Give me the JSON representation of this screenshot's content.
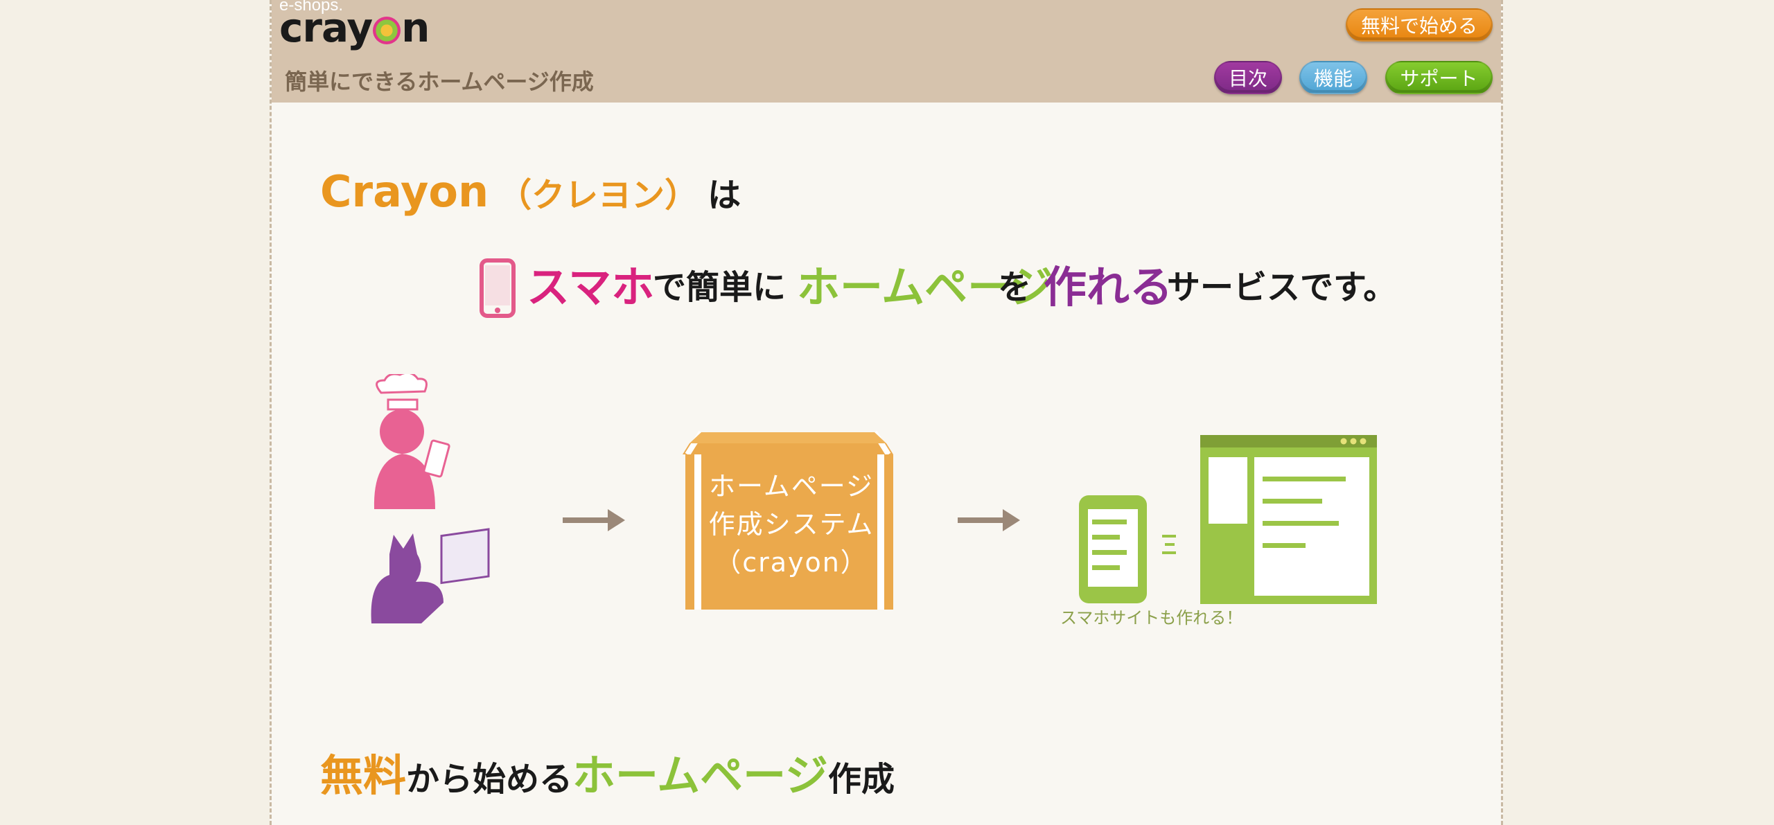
{
  "header": {
    "logo_small": "e-shops.",
    "logo_pre": "cray",
    "logo_post": "n",
    "tagline": "簡単にできるホームページ作成",
    "buttons": {
      "start": "無料で始める",
      "toc": "目次",
      "features": "機能",
      "support": "サポート"
    }
  },
  "intro": {
    "name": "Crayon",
    "kana": "（クレヨン）",
    "particle": "は"
  },
  "headline": {
    "smaho": "スマホ",
    "de_kantan": "で簡単に",
    "homepage": "ホームページ",
    "wo": "を",
    "tsukureru": "作れる",
    "service": "サービスです。"
  },
  "diagram": {
    "box_line1": "ホームページ",
    "box_line2": "作成システム",
    "box_line3": "（crayon）",
    "caption": "スマホサイトも作れる！"
  },
  "bottom": {
    "free": "無料",
    "mid1": "から始める",
    "homepage": "ホームページ",
    "mid2": "作成"
  },
  "colors": {
    "orange": "#e9961f",
    "pink": "#d9227e",
    "green": "#8cc23a",
    "purple": "#8a2d94",
    "header_bg": "#d6c3ad"
  }
}
